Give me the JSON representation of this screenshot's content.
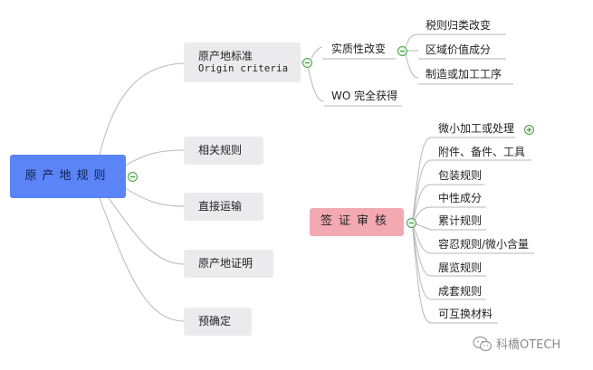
{
  "root": {
    "label": "原产地规则"
  },
  "branches": [
    {
      "label": "原产地标准",
      "sublabel": "Origin criteria"
    },
    {
      "label": "相关规则"
    },
    {
      "label": "直接运输"
    },
    {
      "label": "原产地证明"
    },
    {
      "label": "预确定"
    }
  ],
  "substantial": {
    "label": "实质性改变",
    "children": [
      "税则归类改变",
      "区域价值成分",
      "制造或加工工序"
    ]
  },
  "wholly_obtained": {
    "label": "WO 完全获得"
  },
  "visa": {
    "label": "签证审核",
    "children": [
      "微小加工或处理",
      "附件、备件、工具",
      "包装规则",
      "中性成分",
      "累计规则",
      "容忍规则/微小含量",
      "展览规则",
      "成套规则",
      "可互换材料"
    ]
  },
  "watermark": {
    "text": "科橋OTECH"
  },
  "colors": {
    "root_fill": "#5b84f7",
    "branch_fill": "#ebebee",
    "visa_fill": "#f3a9b2",
    "connector": "#b7b7b7",
    "toggle": "#4ba24b"
  }
}
